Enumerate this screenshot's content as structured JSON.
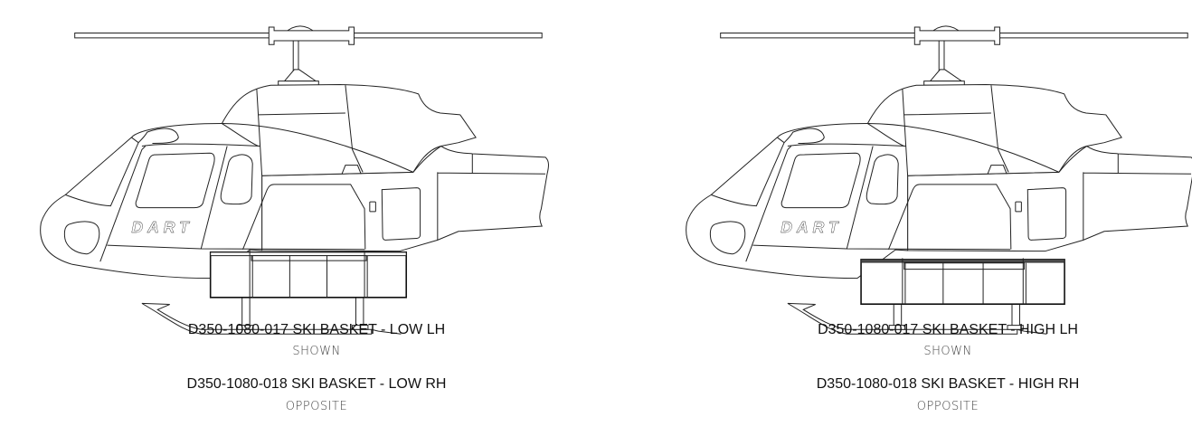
{
  "logo_text": "DART",
  "views": [
    {
      "part_primary": "D350-1080-017 SKI BASKET - LOW LH",
      "primary_note": "SHOWN",
      "part_secondary": "D350-1080-018 SKI BASKET - LOW RH",
      "secondary_note": "OPPOSITE"
    },
    {
      "part_primary": "D350-1080-017 SKI BASKET - HIGH LH",
      "primary_note": "SHOWN",
      "part_secondary": "D350-1080-018 SKI BASKET - HIGH RH",
      "secondary_note": "OPPOSITE"
    }
  ]
}
